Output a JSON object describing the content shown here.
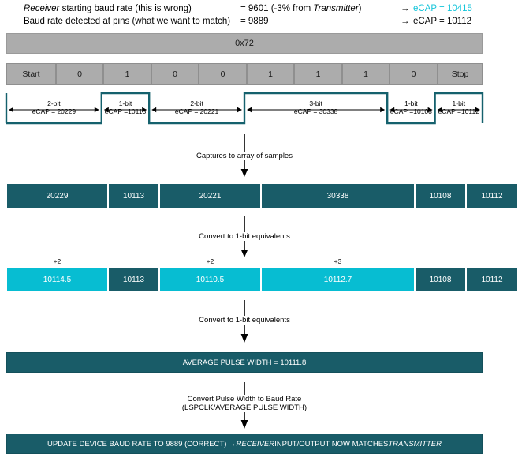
{
  "header": {
    "rows": [
      {
        "label_pre": "Receiver",
        "label_post": " starting baud rate (this is wrong)",
        "value_pre": "= 9601 (-3% from ",
        "value_em": "Transmitter",
        "value_post": ")",
        "arrow": "→",
        "ecap": "eCAP = 10415",
        "ecap_color": "#15c5da"
      },
      {
        "label_pre": "Baud rate detected at pins (what we want to match)",
        "label_post": "",
        "value_pre": "= 9889",
        "value_em": "",
        "value_post": "",
        "arrow": "→",
        "ecap": "eCAP = 10112",
        "ecap_color": "#000000"
      }
    ]
  },
  "byte_bar": {
    "label": "0x72"
  },
  "bit_row": {
    "cells": [
      {
        "label": "Start",
        "width": 63
      },
      {
        "label": "0",
        "width": 60
      },
      {
        "label": "1",
        "width": 61
      },
      {
        "label": "0",
        "width": 60
      },
      {
        "label": "0",
        "width": 61
      },
      {
        "label": "1",
        "width": 60
      },
      {
        "label": "1",
        "width": 61
      },
      {
        "label": "1",
        "width": 60
      },
      {
        "label": "0",
        "width": 61
      },
      {
        "label": "Stop",
        "width": 57
      }
    ]
  },
  "waveform": {
    "stroke_color": "#15616d",
    "segments": [
      {
        "bits": "2-bit",
        "ecap": "eCAP = 20229",
        "level": "low"
      },
      {
        "bits": "1-bit",
        "ecap": "eCAP =10113",
        "level": "high"
      },
      {
        "bits": "2-bit",
        "ecap": "eCAP = 20221",
        "level": "low"
      },
      {
        "bits": "3-bit",
        "ecap": "eCAP = 30338",
        "level": "high"
      },
      {
        "bits": "1-bit",
        "ecap": "eCAP =10108",
        "level": "low"
      },
      {
        "bits": "1-bit",
        "ecap": "eCAP =10112",
        "level": "high"
      }
    ]
  },
  "flow1": {
    "text": "Captures to array of samples"
  },
  "samples_row": {
    "cells": [
      {
        "value": "20229",
        "width": 129,
        "color": "teal"
      },
      {
        "value": "10113",
        "width": 65,
        "color": "teal"
      },
      {
        "value": "20221",
        "width": 129,
        "color": "teal"
      },
      {
        "value": "30338",
        "width": 195,
        "color": "teal"
      },
      {
        "value": "10108",
        "width": 65,
        "color": "teal"
      },
      {
        "value": "10112",
        "width": 66,
        "color": "teal"
      }
    ]
  },
  "flow2": {
    "text": "Convert to 1-bit equivalents"
  },
  "normalized_row": {
    "cells": [
      {
        "value": "10114.5",
        "width": 129,
        "color": "cyan",
        "divisor": "÷2"
      },
      {
        "value": "10113",
        "width": 65,
        "color": "teal",
        "divisor": ""
      },
      {
        "value": "10110.5",
        "width": 129,
        "color": "cyan",
        "divisor": "÷2"
      },
      {
        "value": "10112.7",
        "width": 195,
        "color": "cyan",
        "divisor": "÷3"
      },
      {
        "value": "10108",
        "width": 65,
        "color": "teal",
        "divisor": ""
      },
      {
        "value": "10112",
        "width": 66,
        "color": "teal",
        "divisor": ""
      }
    ]
  },
  "flow3": {
    "text": "Convert to 1-bit equivalents"
  },
  "average_bar": {
    "label": "AVERAGE PULSE WIDTH = 10111.8"
  },
  "flow4": {
    "line1": "Convert Pulse Width to Baud Rate",
    "line2": "(LSPCLK/AVERAGE PULSE WIDTH)"
  },
  "result_bar": {
    "pre": "UPDATE DEVICE BAUD RATE TO 9889 (CORRECT) → ",
    "em1": "RECEIVER",
    "mid": " INPUT/OUTPUT NOW MATCHES ",
    "em2": "TRANSMITTER"
  },
  "colors": {
    "teal": "#195c68",
    "cyan": "#07bdd2",
    "gray": "#acacac",
    "accent_cyan": "#15c5da",
    "wave_stroke": "#15616d"
  }
}
